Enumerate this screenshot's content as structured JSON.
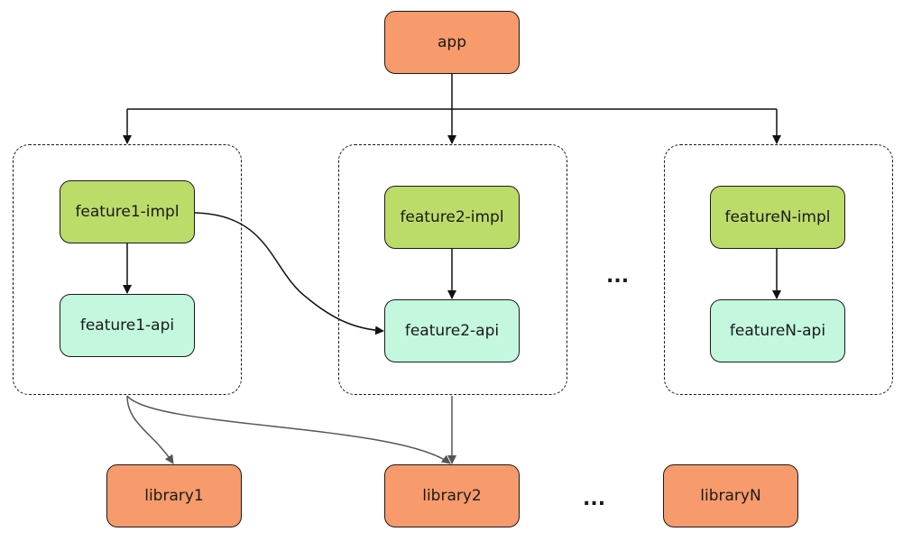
{
  "colors": {
    "orange": "#f79a6c",
    "green": "#bcdc6a",
    "mint": "#c3f7de",
    "edge": "#111111",
    "edge_gray": "#555555"
  },
  "nodes": {
    "app": "app",
    "feature1_impl": "feature1-impl",
    "feature1_api": "feature1-api",
    "feature2_impl": "feature2-impl",
    "feature2_api": "feature2-api",
    "featureN_impl": "featureN-impl",
    "featureN_api": "featureN-api",
    "library1": "library1",
    "library2": "library2",
    "libraryN": "libraryN"
  },
  "ellipsis": {
    "features": "...",
    "libraries": "..."
  }
}
